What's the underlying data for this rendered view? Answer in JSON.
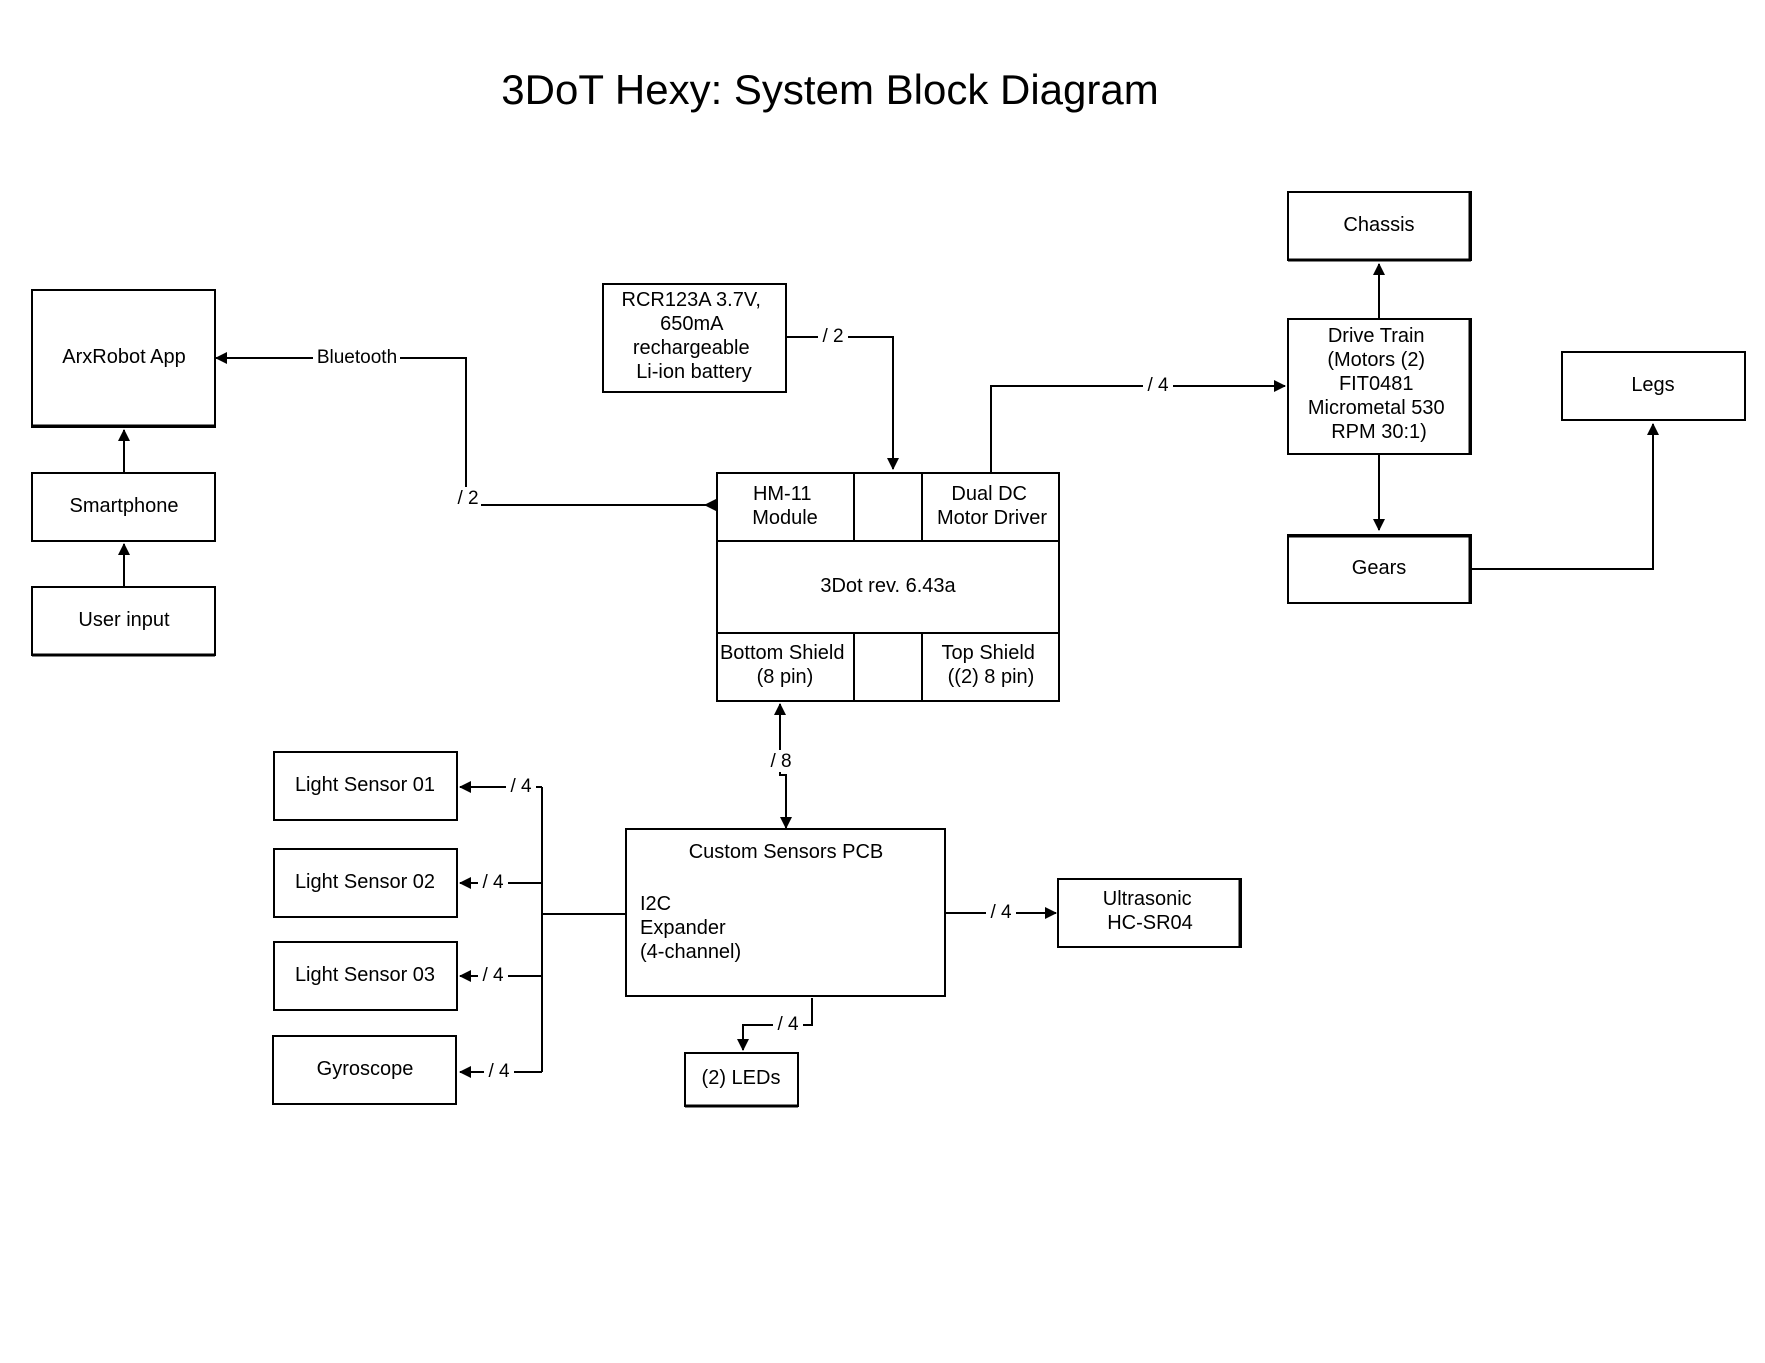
{
  "title": "3DoT Hexy: System Block Diagram",
  "blocks": {
    "arxrobot_app": "ArxRobot App",
    "smartphone": "Smartphone",
    "user_input": "User input",
    "battery": [
      "RCR123A 3.7V,",
      "650mA",
      "rechargeable",
      "Li-ion battery"
    ],
    "chassis": "Chassis",
    "drive_train": [
      "Drive Train",
      "(Motors (2)",
      "FIT0481",
      "Micrometal 530",
      "RPM 30:1)"
    ],
    "legs": "Legs",
    "gears": "Gears",
    "hm11": [
      "HM-11",
      "Module"
    ],
    "motor_driver": [
      "Dual DC",
      "Motor Driver"
    ],
    "board_center": "3Dot rev. 6.43a",
    "bottom_shield": [
      "Bottom Shield",
      "(8 pin)"
    ],
    "top_shield": [
      "Top Shield",
      "((2) 8 pin)"
    ],
    "light_sensor_01": "Light Sensor 01",
    "light_sensor_02": "Light Sensor 02",
    "light_sensor_03": "Light Sensor 03",
    "gyroscope": "Gyroscope",
    "custom_pcb_title": "Custom Sensors PCB",
    "custom_pcb_detail": [
      "I2C",
      "Expander",
      "(4-channel)"
    ],
    "ultrasonic": [
      "Ultrasonic",
      "HC-SR04"
    ],
    "leds": "(2) LEDs"
  },
  "connections": {
    "bluetooth": "Bluetooth",
    "bt_bus": "/ 2",
    "battery_bus": "/ 2",
    "drive_bus": "/ 4",
    "pcb_bus": "/ 8",
    "ls1_bus": "/ 4",
    "ls2_bus": "/ 4",
    "ls3_bus": "/ 4",
    "gyro_bus": "/ 4",
    "ultrasonic_bus": "/ 4",
    "leds_bus": "/ 4"
  }
}
